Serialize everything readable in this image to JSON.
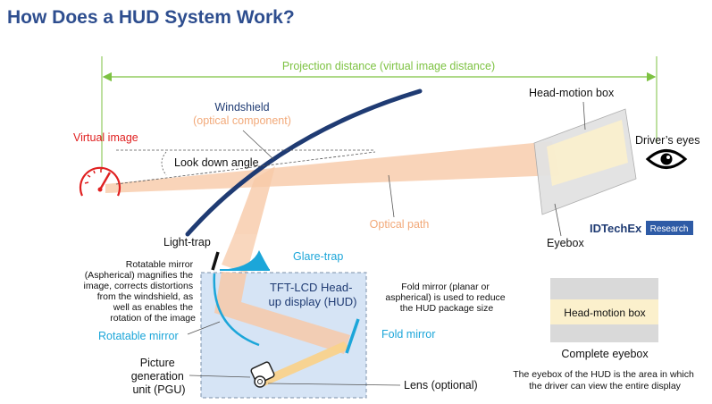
{
  "title": "How Does a HUD System Work?",
  "labels": {
    "projection_distance": "Projection distance (virtual image distance)",
    "head_motion_box": "Head-motion box",
    "windshield": "Windshield",
    "optical_component": "(optical component)",
    "virtual_image": "Virtual  image",
    "look_down_angle": "Look down angle",
    "drivers_eyes": "Driver’s eyes",
    "optical_path": "Optical path",
    "eyebox": "Eyebox",
    "light_trap": "Light-trap",
    "glare_trap": "Glare-trap",
    "rotatable_desc": [
      "Rotatable mirror",
      "(Aspherical) magnifies the",
      "image, corrects distortions",
      "from the windshield, as",
      "well as enables the",
      "rotation of the image"
    ],
    "tft_lcd": [
      "TFT-LCD Head-",
      "up display (HUD)"
    ],
    "fold_desc": [
      "Fold mirror (planar or",
      "aspherical) is used to reduce",
      "the HUD package size"
    ],
    "rotatable_mirror": "Rotatable mirror",
    "fold_mirror": "Fold mirror",
    "pgu": [
      "Picture",
      "generation",
      "unit (PGU)"
    ],
    "lens": "Lens (optional)",
    "complete_eyebox_box": "Head-motion box",
    "complete_eyebox": "Complete eyebox",
    "eyebox_note": [
      "The eyebox of the HUD is the area in which",
      "the driver can view the entire display"
    ]
  },
  "logo": {
    "brand": "IDTechEx",
    "tag": "Research"
  },
  "colors": {
    "title": "#2e4e8f",
    "navy": "#1f3b73",
    "green": "#7dc242",
    "cyan": "#1ca6d9",
    "red": "#e02020",
    "peach": "#f7c9a8",
    "hud_box": "#d6e4f5"
  }
}
